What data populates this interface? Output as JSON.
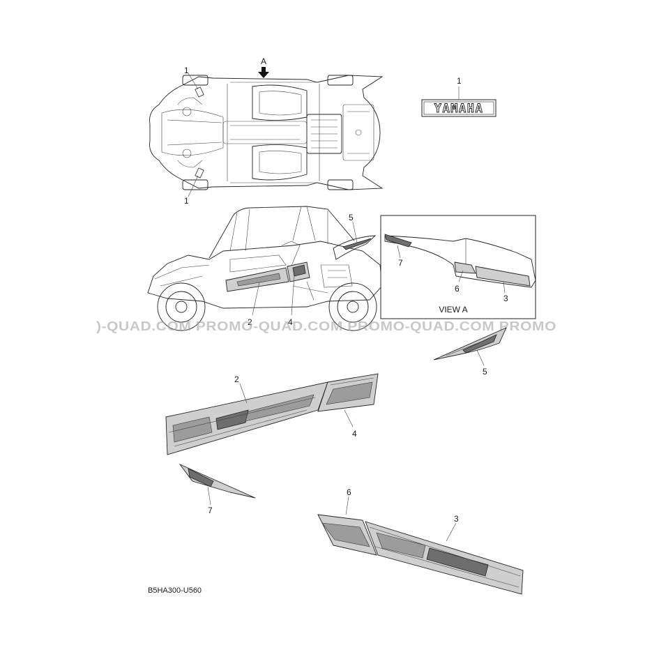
{
  "diagram": {
    "view_marker": "A",
    "view_label": "VIEW A",
    "drawing_code": "B5HA300-U560",
    "watermark": ")-QUAD.COM PROMO-QUAD.COM PROMO-QUAD.COM PROMO",
    "brand_emblem_text": "YAMAHA",
    "callouts": {
      "top_emblem_left_upper": "1",
      "top_emblem_left_lower": "1",
      "emblem_detail": "1",
      "side_upper_rear": "5",
      "side_lower_front": "2",
      "side_lower_rear": "4",
      "viewa_front": "7",
      "viewa_mid": "6",
      "viewa_rear": "3",
      "part5": "5",
      "part2": "2",
      "part4": "4",
      "part7": "7",
      "part6": "6",
      "part3": "3"
    }
  }
}
